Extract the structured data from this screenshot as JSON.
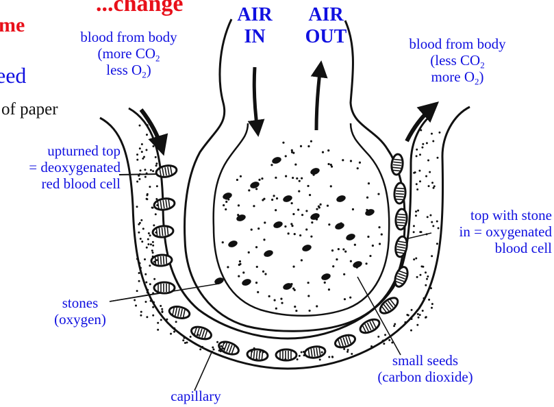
{
  "title_partial": {
    "line1": "...change",
    "line2": "me",
    "line3": "eed",
    "line4": "of paper"
  },
  "header": {
    "air_in_line1": "AIR",
    "air_in_line2": "IN",
    "air_out_line1": "AIR",
    "air_out_line2": "OUT"
  },
  "labels": {
    "left_top": {
      "line1": "blood from body",
      "line2_pre": "(more CO",
      "line2_sub": "2",
      "line3_pre": "less O",
      "line3_sub": "2",
      "line3_post": ")"
    },
    "right_top": {
      "line1": "blood from body",
      "line2_pre": "(less  CO",
      "line2_sub": "2",
      "line3_pre": "more O",
      "line3_sub": "2",
      "line3_post": ")"
    },
    "deoxy": {
      "line1": "upturned top",
      "line2": "= deoxygenated",
      "line3": "red blood cell"
    },
    "oxy": {
      "line1": "top with stone",
      "line2": "in = oxygenated",
      "line3": "blood cell"
    },
    "stones": {
      "line1": "stones",
      "line2": "(oxygen)"
    },
    "seeds": {
      "line1": "small seeds",
      "line2": "(carbon dioxide)"
    },
    "capillary": "capillary"
  },
  "colors": {
    "label_blue": "#1010e0",
    "title_red": "#e8101a",
    "ink": "#111111"
  }
}
